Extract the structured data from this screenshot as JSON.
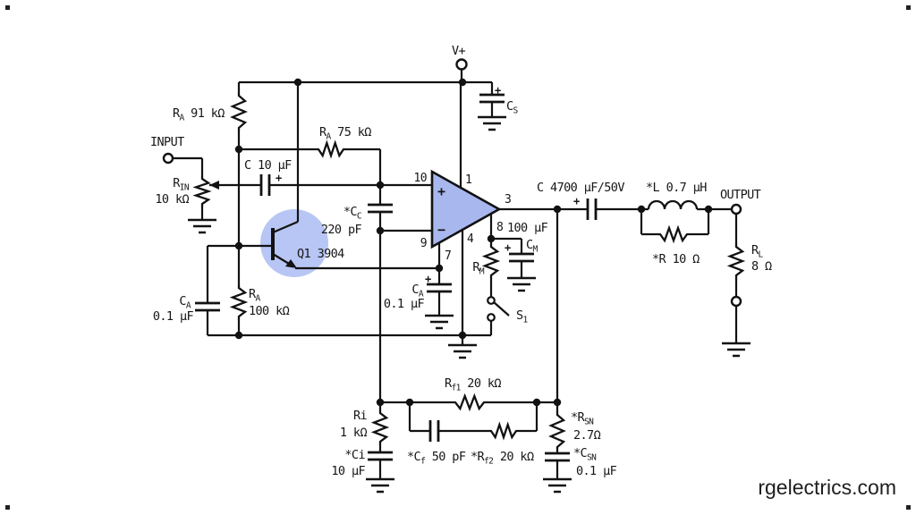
{
  "watermark": "rgelectrics.com",
  "colors": {
    "opamp_fill": "#a9b7ef",
    "transistor_highlight": "#b8c6f5",
    "wire": "#121212"
  },
  "terminals": {
    "input": "INPUT",
    "output": "OUTPUT",
    "supply": "V+"
  },
  "opamp": {
    "plus": "+",
    "minus": "−",
    "pin10": "10",
    "pin9": "9",
    "pin1": "1",
    "pin3": "3",
    "pin8": "8",
    "pin4": "4",
    "pin7": "7"
  },
  "transistor": {
    "label": "Q1 3904"
  },
  "components": {
    "plus_sign": "+",
    "ra_top": {
      "base": "R",
      "sub": "A",
      "rest": " 91 kΩ"
    },
    "rin": {
      "base": "R",
      "sub": "IN"
    },
    "rin_val": "10 kΩ",
    "c_in": "C 10 µF",
    "ra_mid": {
      "base": "R",
      "sub": "A",
      "rest": " 75 kΩ"
    },
    "cc": {
      "base": "*C",
      "sub": "C"
    },
    "cc_val": "220 pF",
    "ca_left": {
      "base": "C",
      "sub": "A"
    },
    "ca_left_val": "0.1 µF",
    "ra_low": {
      "base": "R",
      "sub": "A"
    },
    "ra_low_val": "100 kΩ",
    "ca_pin7": {
      "base": "C",
      "sub": "A"
    },
    "ca_pin7_val": "0.1 µF",
    "rm": {
      "base": "R",
      "sub": "M"
    },
    "s1": {
      "base": "S",
      "sub": "1"
    },
    "cm": {
      "base": "C",
      "sub": "M"
    },
    "cm_val": "100 µF",
    "cs": {
      "base": "C",
      "sub": "S"
    },
    "c_out": "C 4700 µF/50V",
    "l_out": "*L 0.7 µH",
    "r_out": "*R 10 Ω",
    "rl": {
      "base": "R",
      "sub": "L"
    },
    "rl_val": "8 Ω",
    "rf1": {
      "base": "R",
      "sub": "f1",
      "rest": " 20 kΩ"
    },
    "ri": "Ri",
    "ri_val": "1 kΩ",
    "ci": "*Ci",
    "ci_val": "10 µF",
    "cf": {
      "base": "*C",
      "sub": "f",
      "rest": " 50 pF"
    },
    "rf2": {
      "base": "*R",
      "sub": "f2",
      "rest": " 20 kΩ"
    },
    "rsn": {
      "base": "*R",
      "sub": "SN"
    },
    "rsn_val": "2.7Ω",
    "csn": {
      "base": "*C",
      "sub": "SN"
    },
    "csn_val": "0.1 µF"
  }
}
